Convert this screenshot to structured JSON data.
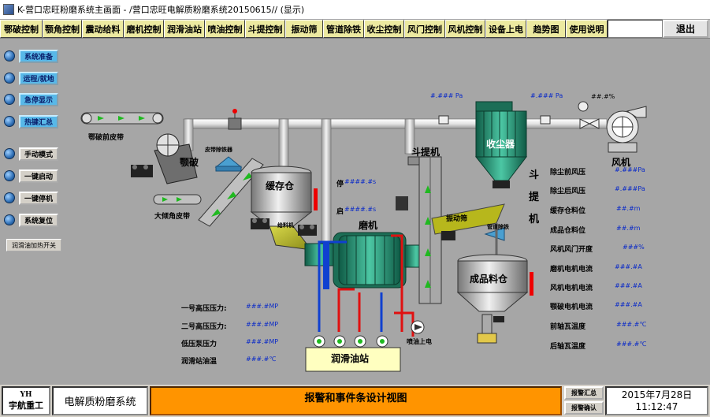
{
  "window": {
    "title": "K-营口忠旺粉磨系统主画面 - /营口忠旺电解质粉磨系统20150615// (显示)"
  },
  "menu": {
    "items": [
      "鄂破控制",
      "颚角控制",
      "震动给料",
      "磨机控制",
      "润滑油站",
      "喷油控制",
      "斗提控制",
      "振动筛",
      "管道除铁",
      "收尘控制",
      "风门控制",
      "风机控制",
      "设备上电",
      "趋势图",
      "使用说明"
    ],
    "exit_label": "退出"
  },
  "sidebar": {
    "blue_buttons": [
      "系统准备",
      "运程/就地",
      "急停显示",
      "热键汇总"
    ],
    "gray_buttons": [
      "手动模式",
      "一键启动",
      "一键停机",
      "系统复位"
    ],
    "small_button": "润滑油加热开关"
  },
  "process": {
    "labels": {
      "jaw_conveyor": "鄂破前皮带",
      "jaw_crusher": "颚破",
      "iron_remover": "皮带除铁器",
      "big_belt": "大倾角皮带",
      "buffer_bin": "缓存仓",
      "feeder_label": "给料机",
      "mill": "磨机",
      "bucket_elevator": "斗提机",
      "bucket_vertical": "斗提机",
      "vib_screen": "振动筛",
      "pipe_iron": "管道除铁",
      "dust_collector": "收尘器",
      "fan": "风机",
      "product_bin": "成品料仓",
      "lube_station": "润滑油站",
      "spray_power": "喷油上电",
      "stop_label": "停",
      "start_label": "启"
    },
    "readouts": {
      "inlet_pressure": "#.### Pa",
      "outlet_pressure": "#.### Pa",
      "valve_opening": "##.#%",
      "stop_time": "####.#s",
      "start_time": "####.#s"
    },
    "left_values": [
      {
        "label": "一号高压压力:",
        "value": "###.#MP"
      },
      {
        "label": "二号高压压力:",
        "value": "###.#MP"
      },
      {
        "label": "低压泵压力",
        "value": "###.#MP"
      },
      {
        "label": "润滑站油温",
        "value": "###.#℃"
      }
    ],
    "right_values": [
      {
        "label": "除尘前风压",
        "value": "#.###Pa"
      },
      {
        "label": "除尘后风压",
        "value": "#.###Pa"
      },
      {
        "label": "缓存仓料位",
        "value": "##.#m"
      },
      {
        "label": "成品仓料位",
        "value": "##.#m"
      },
      {
        "label": "风机风门开度",
        "value": "###%"
      },
      {
        "label": "磨机电机电流",
        "value": "###.#A"
      },
      {
        "label": "风机电机电流",
        "value": "###.#A"
      },
      {
        "label": "颚破电机电流",
        "value": "###.#A"
      },
      {
        "label": "前轴瓦温度",
        "value": "###.#℃"
      },
      {
        "label": "后轴瓦温度",
        "value": "###.#℃"
      }
    ]
  },
  "footer": {
    "logo_line1": "YH",
    "logo_line2": "宇航重工",
    "system_name": "电解质粉磨系统",
    "alarm_title": "报警和事件条设计视图",
    "alarm_summary": "报警汇总",
    "alarm_confirm": "报警确认",
    "date": "2015年7月28日",
    "time": "11:12:47"
  },
  "colors": {
    "menu_bg": "#ece9a0",
    "background": "#a6a6a6",
    "alarm_bar": "#ff9400",
    "pipe": "#e8e8e8",
    "lube_box": "#ffffc0",
    "equipment_green": "#2e8b70",
    "arrow_green": "#1fb91f"
  }
}
